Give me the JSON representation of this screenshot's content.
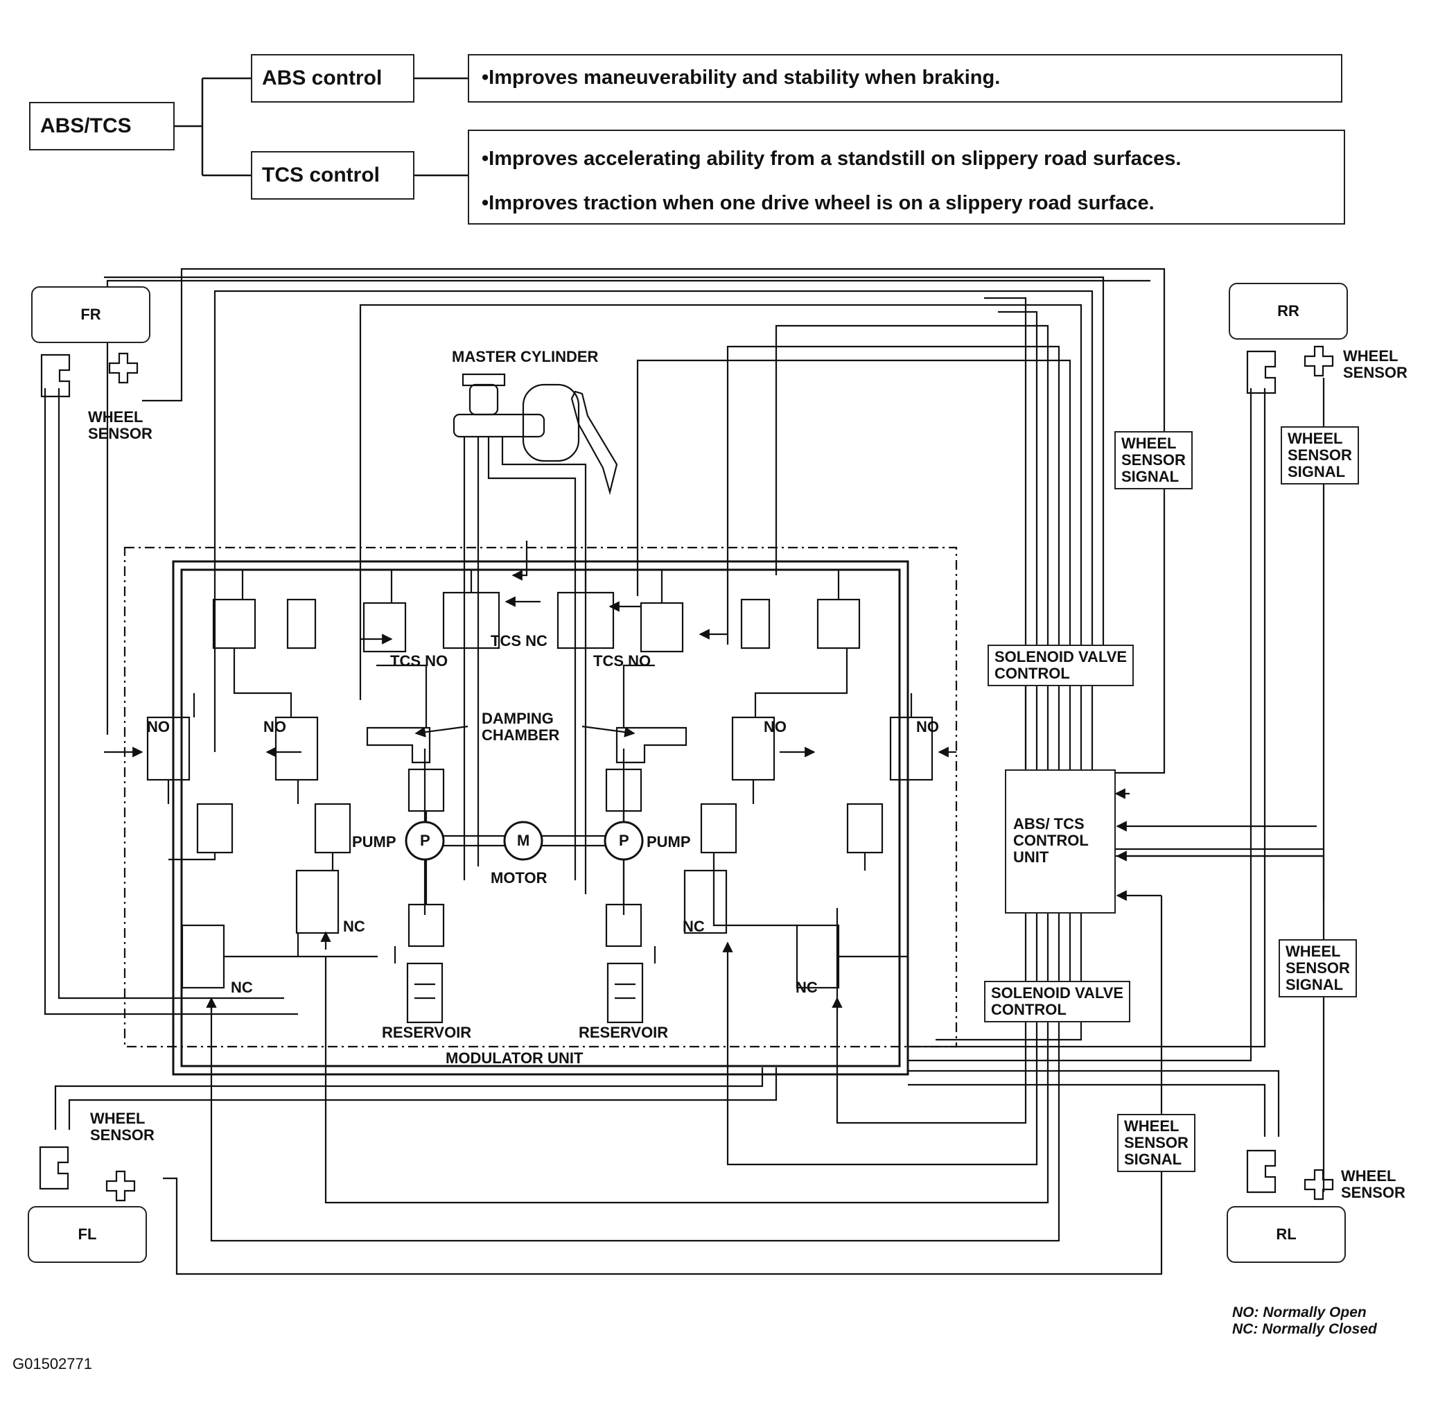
{
  "overview": {
    "root": "ABS/TCS",
    "abs": {
      "label": "ABS control",
      "benefits": [
        "Improves maneuverability and stability when braking."
      ]
    },
    "tcs": {
      "label": "TCS control",
      "benefits": [
        "Improves accelerating ability from a standstill on slippery road surfaces.",
        "Improves traction when one drive wheel is on a slippery road surface."
      ]
    },
    "bullet_mark": "•"
  },
  "wheels": {
    "fr": "FR",
    "rr": "RR",
    "fl": "FL",
    "rl": "RL"
  },
  "labels": {
    "wheel_sensor": "WHEEL\nSENSOR",
    "wheel_sensor_signal": "WHEEL\nSENSOR\nSIGNAL",
    "master_cylinder": "MASTER CYLINDER",
    "solenoid_valve_control": "SOLENOID VALVE\nCONTROL",
    "control_unit": "ABS/ TCS\nCONTROL\nUNIT",
    "tcs_nc": "TCS NC",
    "tcs_no": "TCS NO",
    "damping_chamber": "DAMPING\nCHAMBER",
    "no": "NO",
    "nc": "NC",
    "pump": "PUMP",
    "p": "P",
    "m": "M",
    "motor": "MOTOR",
    "reservoir": "RESERVOIR",
    "modulator_unit": "MODULATOR UNIT"
  },
  "legend": {
    "no": "NO: Normally Open",
    "nc": "NC: Normally Closed"
  },
  "figure_code": "G01502771"
}
